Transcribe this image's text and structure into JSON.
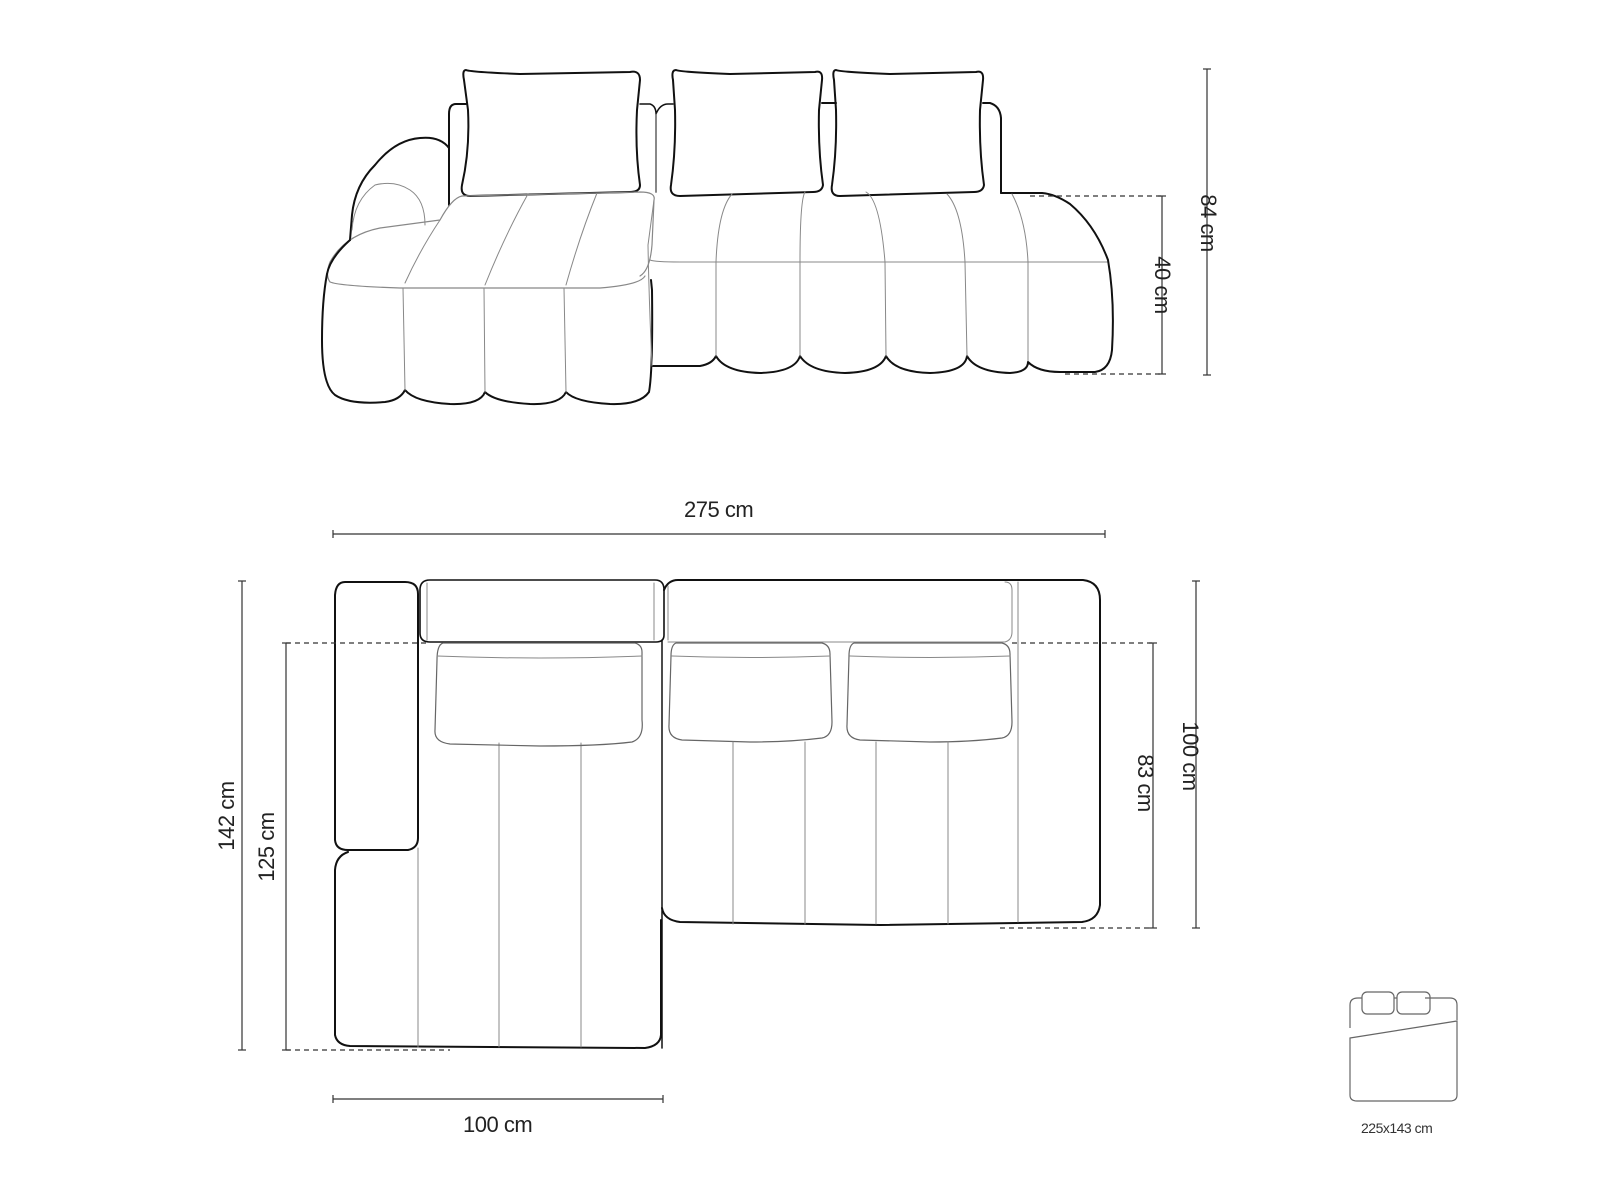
{
  "diagram": {
    "subject": "Corner sofa dimension drawing",
    "front_view": {
      "dimensions": {
        "total_height": "84 cm",
        "seat_height": "40 cm"
      }
    },
    "top_view": {
      "dimensions": {
        "total_width": "275 cm",
        "chaise_width": "100 cm",
        "chaise_depth_total": "142 cm",
        "chaise_depth_seat": "125 cm",
        "sofa_depth_total": "100 cm",
        "sofa_depth_seat": "83 cm"
      }
    },
    "sleeping_area": {
      "icon": "bed-icon",
      "label": "225x143 cm"
    },
    "colors": {
      "outline": "#111111",
      "inner_line": "#888888",
      "dim_line": "#333333",
      "background": "#ffffff"
    }
  }
}
